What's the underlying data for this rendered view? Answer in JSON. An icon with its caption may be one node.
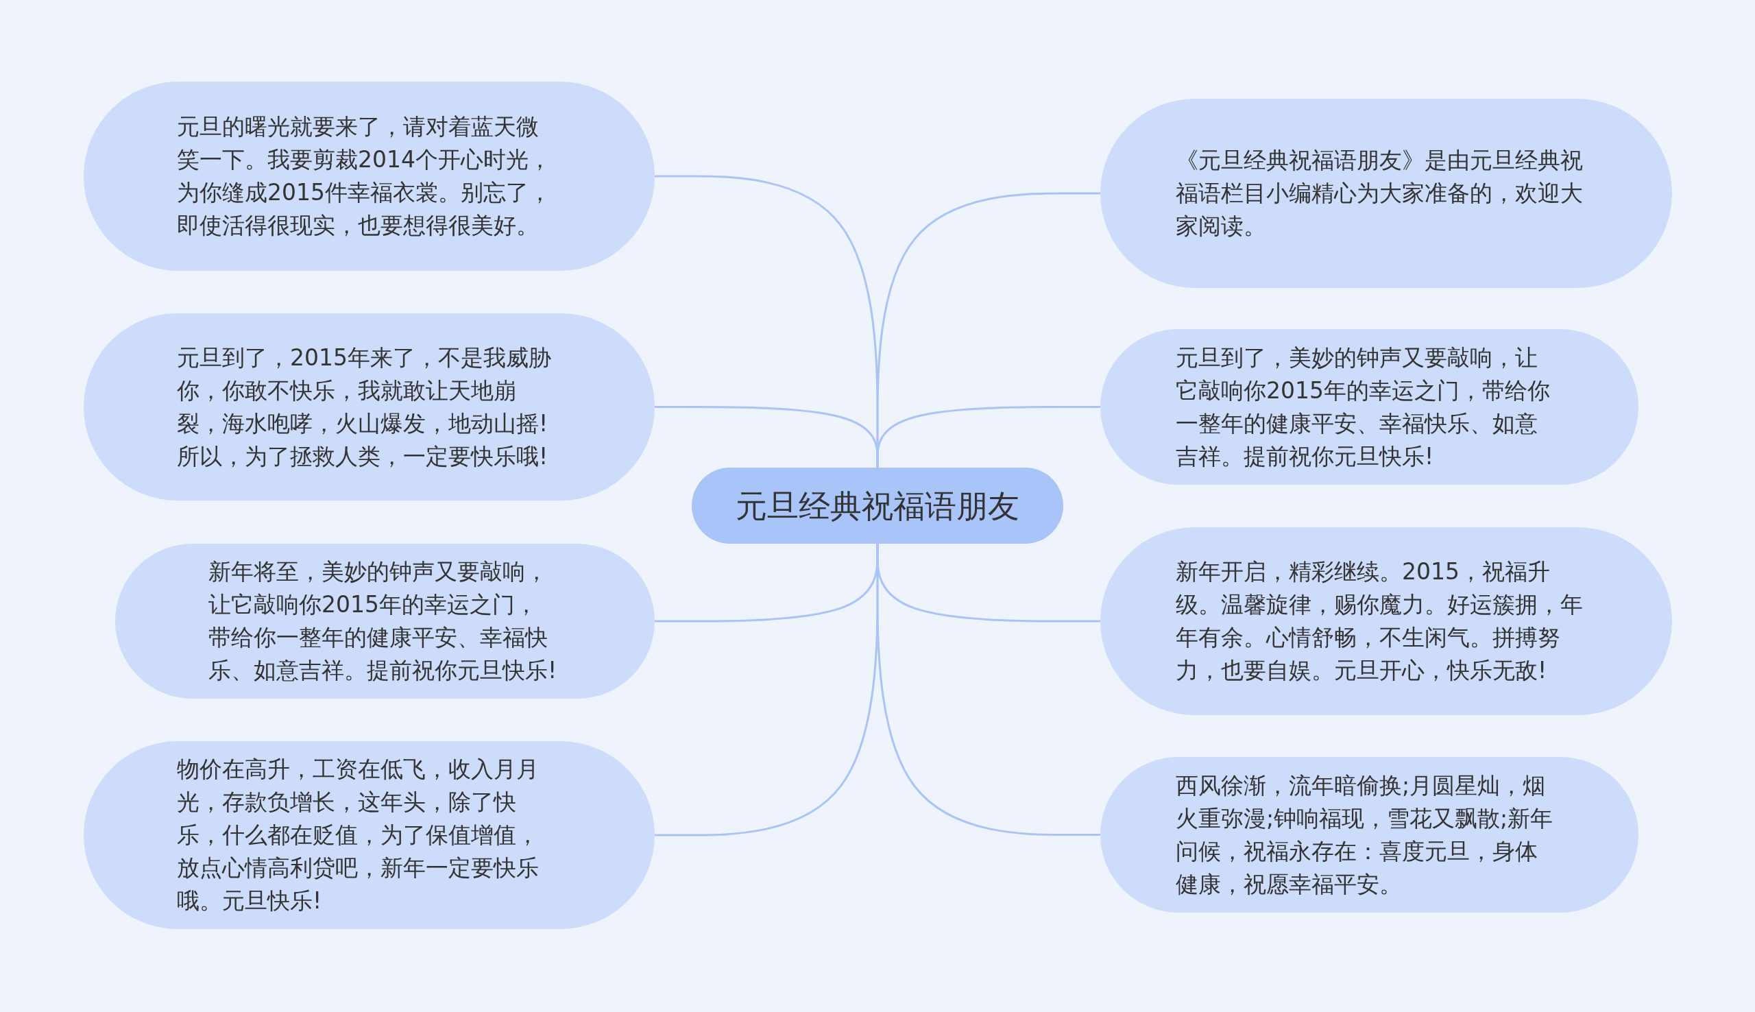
{
  "diagram": {
    "nodes": [
      {
        "text": [
          "元旦经典祝福语朋友"
        ]
      },
      {
        "text": [
          "元旦的曙光就要来了，请对着蓝天微笑一下。我要剪裁2014个开心时光，为你缝成2015件幸福衣裳。别忘了，即使活得很现实，也要想得很美好。"
        ]
      },
      {
        "text": [
          "元旦到了，2015年来了，不是我威胁你，你敢不快乐，我就敢让天地崩裂，海水咆哮，火山爆发，地动山摇!所以，为了拯救人类，一定要快乐哦!"
        ]
      },
      {
        "text": [
          "新年将至，美妙的钟声又要敲响，让它敲响你2015年的幸运之门，带给你一整年的健康平安、幸福快乐、如意吉祥。提前祝你元旦快乐!"
        ]
      },
      {
        "text": [
          "物价在高升，工资在低飞，收入月月光，存款负增长，这年头，除了快乐，什么都在贬值，为了保值增值，放点心情高利贷吧，新年一定要快乐哦。元旦快乐!"
        ]
      },
      {
        "text": [
          "《元旦经典祝福语朋友》是由元旦经典祝福语栏目小编精心为大家准备的，欢迎大家阅读。"
        ]
      },
      {
        "text": [
          "元旦到了，美妙的钟声又要敲响，让它敲响你2015年的幸运之门，带给你一整年的健康平安、幸福快乐、如意吉祥。提前祝你元旦快乐!"
        ]
      },
      {
        "text": [
          "新年开启，精彩继续。2015，祝福升级。温馨旋律，赐你魔力。好运簇拥，年年有余。心情舒畅，不生闲气。拼搏努力，也要自娱。元旦开心，快乐无敌!"
        ]
      },
      {
        "text": [
          "西风徐渐，流年暗偷换;月圆星灿，烟火重弥漫;钟响福现，雪花又飘散;新年问候，祝福永存在：喜度元旦，身体健康，祝愿幸福平安。"
        ]
      }
    ],
    "edges": [
      {
        "from": 0,
        "to": 1,
        "arrow": "none"
      },
      {
        "from": 0,
        "to": 2,
        "arrow": "none"
      },
      {
        "from": 0,
        "to": 3,
        "arrow": "none"
      },
      {
        "from": 0,
        "to": 4,
        "arrow": "none"
      },
      {
        "from": 0,
        "to": 5,
        "arrow": "none"
      },
      {
        "from": 0,
        "to": 6,
        "arrow": "none"
      },
      {
        "from": 0,
        "to": 7,
        "arrow": "none"
      },
      {
        "from": 0,
        "to": 8,
        "arrow": "none"
      }
    ]
  }
}
